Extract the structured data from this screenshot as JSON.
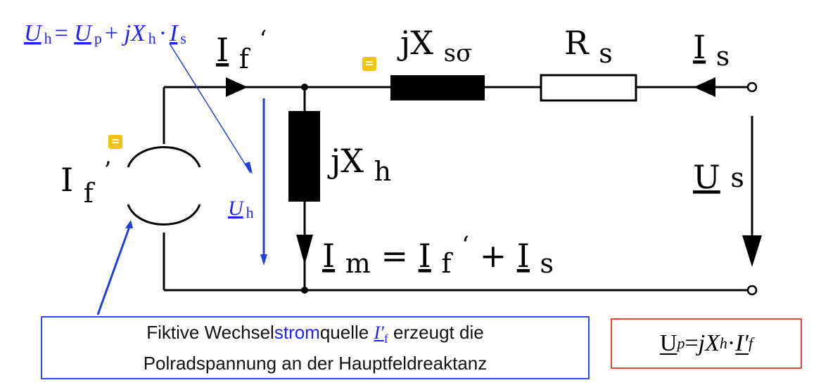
{
  "diagram": {
    "top_left_formula": {
      "U": "U",
      "h": "h",
      "eq": " = ",
      "Up": "U",
      "p": "p",
      "plus": "+ ",
      "jX": "jX",
      "dot": "·",
      "I": "I",
      "s": "s"
    },
    "labels": {
      "if_prime_top": "I",
      "if_sub_top": "f",
      "if_mark_top": "‘",
      "jxs_main": "jX",
      "jxs_sub": "sσ",
      "rs_main": "R",
      "rs_sub": "s",
      "is_main": "I",
      "is_sub": "s",
      "jxh_main": "jX",
      "jxh_sub": "h",
      "us_main": "U",
      "us_sub": "s",
      "im_main": "I",
      "im_sub": "m",
      "im_eq": "=",
      "im_if": "I",
      "im_if_sub": "f",
      "im_if_mark": "‘",
      "im_plus": "+",
      "im_is": "I",
      "im_is_sub": "s",
      "source_main": "I",
      "source_sub": "f",
      "source_mark": "’",
      "uh_main": "U",
      "uh_sub": "h"
    },
    "note": {
      "line1_prefix": "Fiktive Wechsel",
      "line1_highlight": "strom",
      "line1_mid": "quelle ",
      "line1_var": "I′",
      "line1_sub": "f",
      "line1_suffix": " erzeugt die",
      "line2": "Polradspannung an der Hauptfeldreaktanz"
    },
    "formula": {
      "lhs": "U",
      "lhs_sub": "p",
      "eq": " = ",
      "j": "j",
      "X": "X",
      "X_sub": "h",
      "dot": " · ",
      "I": "I′",
      "I_sub": "f"
    },
    "colors": {
      "wire": "#000000",
      "note_border": "#2f4be0",
      "formula_border": "#e04b2f",
      "blue": "#1f22ff",
      "comment_icon": "#f1c40f"
    }
  }
}
